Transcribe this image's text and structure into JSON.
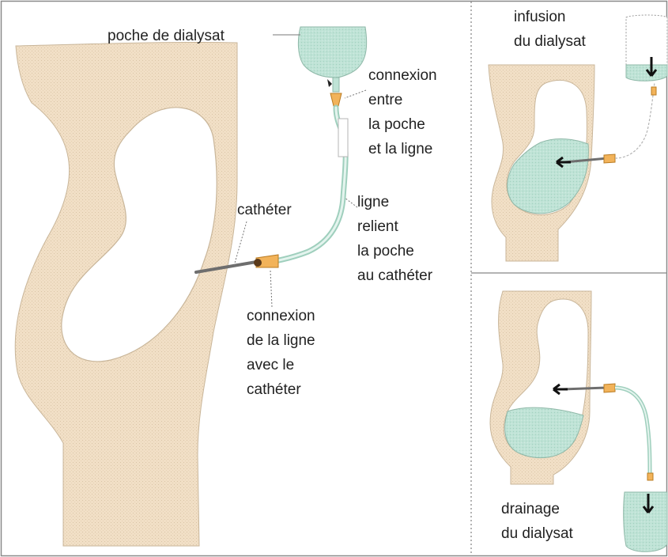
{
  "colors": {
    "body": "#f1dfc6",
    "body_edge": "#c9b69a",
    "fluid": "#bfe3d6",
    "fluid_edge": "#8fb8a8",
    "connector": "#f2b35a",
    "line_tube": "#cfe9dd",
    "divider": "#9a9a9a",
    "text": "#222222"
  },
  "labels": {
    "bag": "poche de dialysat",
    "bag_line_connection": [
      "connexion",
      "entre",
      "la poche",
      "et la ligne"
    ],
    "catheter": "cathéter",
    "line": [
      "ligne",
      "relient",
      "la poche",
      "au cathéter"
    ],
    "line_catheter_connection": [
      "connexion",
      "de la ligne",
      "avec le",
      "cathéter"
    ],
    "infusion": [
      "infusion",
      "du dialysat"
    ],
    "drainage": [
      "drainage",
      "du dialysat"
    ]
  }
}
